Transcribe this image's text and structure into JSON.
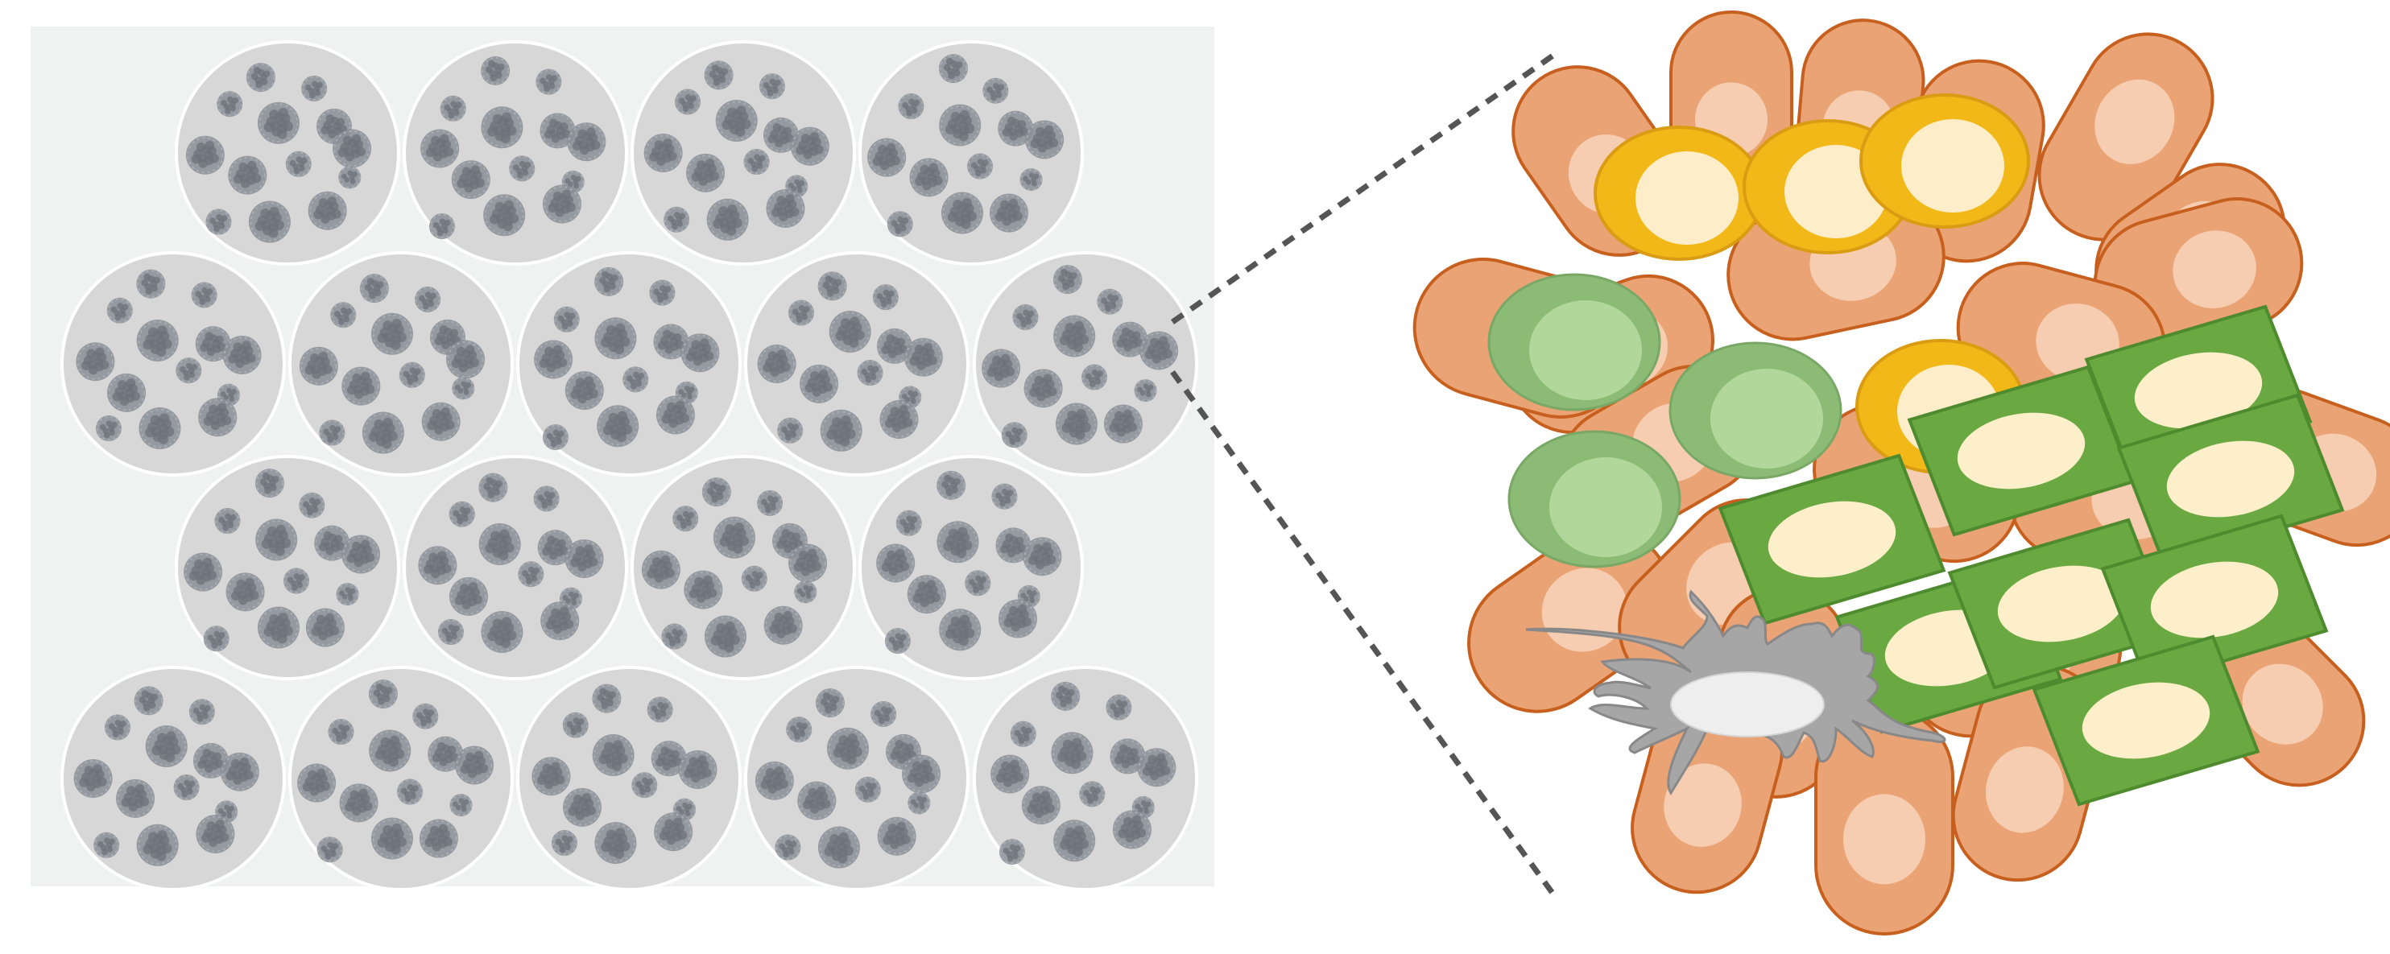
{
  "figure": {
    "left_panel": {
      "rows": [
        4,
        5,
        4,
        5
      ],
      "clusters_per_well": 12
    },
    "right_panel": {
      "cell_types": [
        {
          "name": "elongated-cell",
          "count": 24
        },
        {
          "name": "yellow-round-cell",
          "count": 4
        },
        {
          "name": "green-round-cell",
          "count": 3
        },
        {
          "name": "green-square-cell",
          "count": 8
        },
        {
          "name": "branched-grey-cell",
          "count": 1
        }
      ]
    },
    "colors": {
      "panel_background": "#f0f1f1",
      "well_fill": "#d7d7d7",
      "well_stroke": "#ffffff",
      "cluster": "#8a8e96",
      "zoom_line": "#555555",
      "elongated_fill": "#eaa374",
      "elongated_stroke": "#c7601f",
      "elongated_nucleus": "#f6cdb1",
      "yellow_fill": "#f2b817",
      "yellow_stroke": "#d99c12",
      "yellow_nucleus": "#fdedc8",
      "green_round_fill": "#8cbb76",
      "green_round_nucleus": "#b1d89a",
      "green_square_fill": "#6aa842",
      "green_square_stroke": "#4e8a2e",
      "green_square_nucleus": "#fcefc9",
      "grey_cell_fill": "#a6a6a6",
      "grey_cell_stroke": "#888888",
      "grey_cell_nucleus": "#eeeeee"
    }
  }
}
